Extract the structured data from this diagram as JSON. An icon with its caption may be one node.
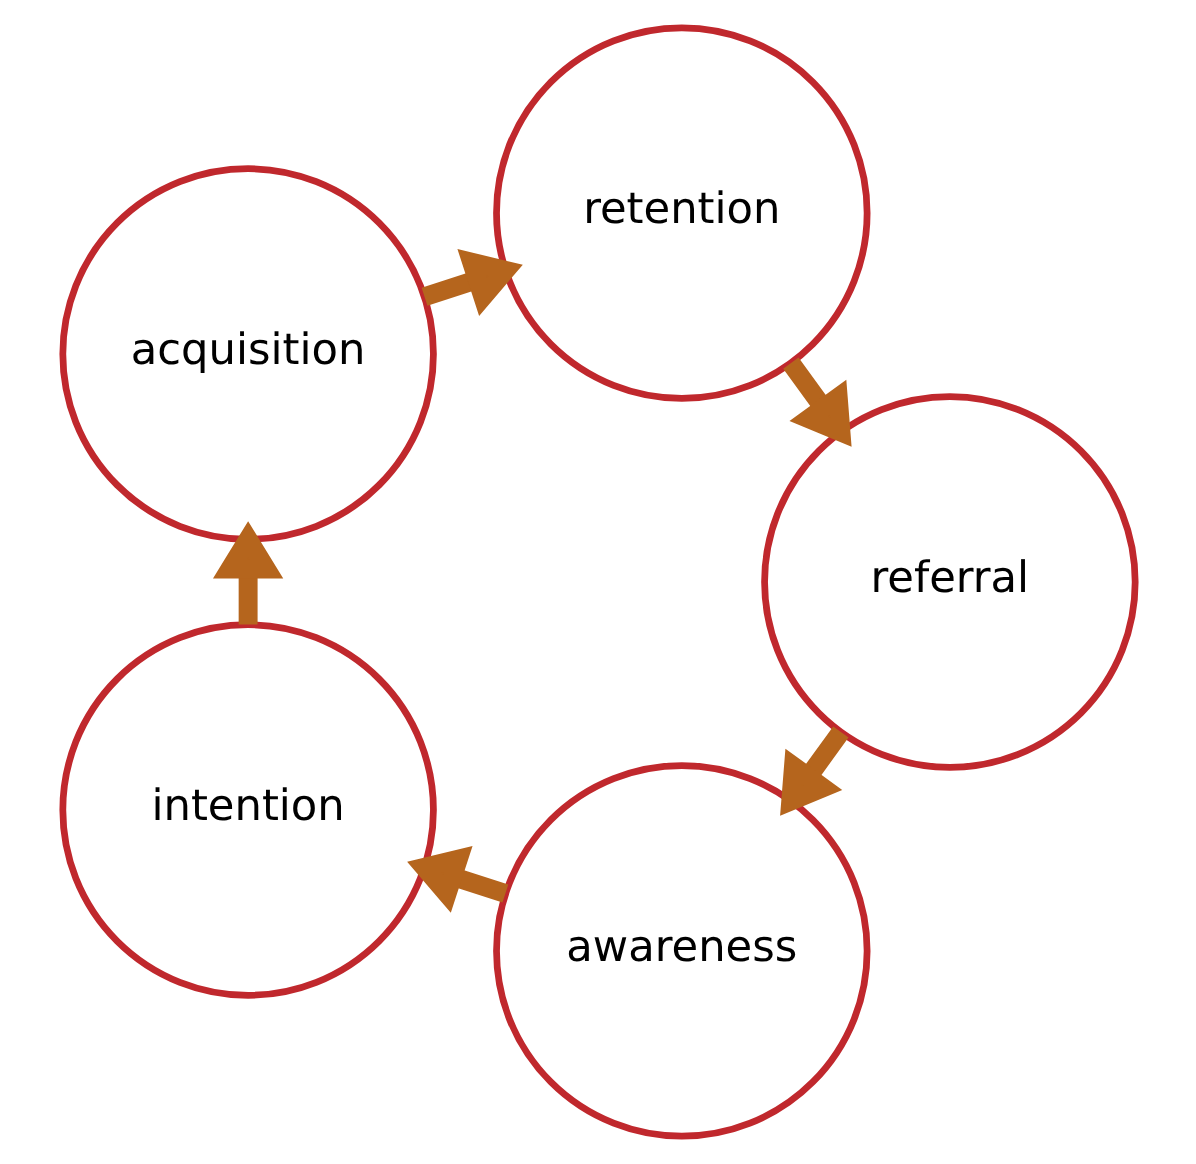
{
  "diagram": {
    "nodes": [
      {
        "text": [
          "awareness"
        ]
      },
      {
        "text": [
          "intention"
        ]
      },
      {
        "text": [
          "acquisition"
        ]
      },
      {
        "text": [
          "retention"
        ]
      },
      {
        "text": [
          "referral"
        ]
      }
    ],
    "edges": [
      {
        "from": 0,
        "to": 1,
        "arrow": "to"
      },
      {
        "from": 1,
        "to": 2,
        "arrow": "to"
      },
      {
        "from": 2,
        "to": 3,
        "arrow": "to"
      },
      {
        "from": 3,
        "to": 4,
        "arrow": "to"
      },
      {
        "from": 4,
        "to": 0,
        "arrow": "to"
      }
    ]
  }
}
